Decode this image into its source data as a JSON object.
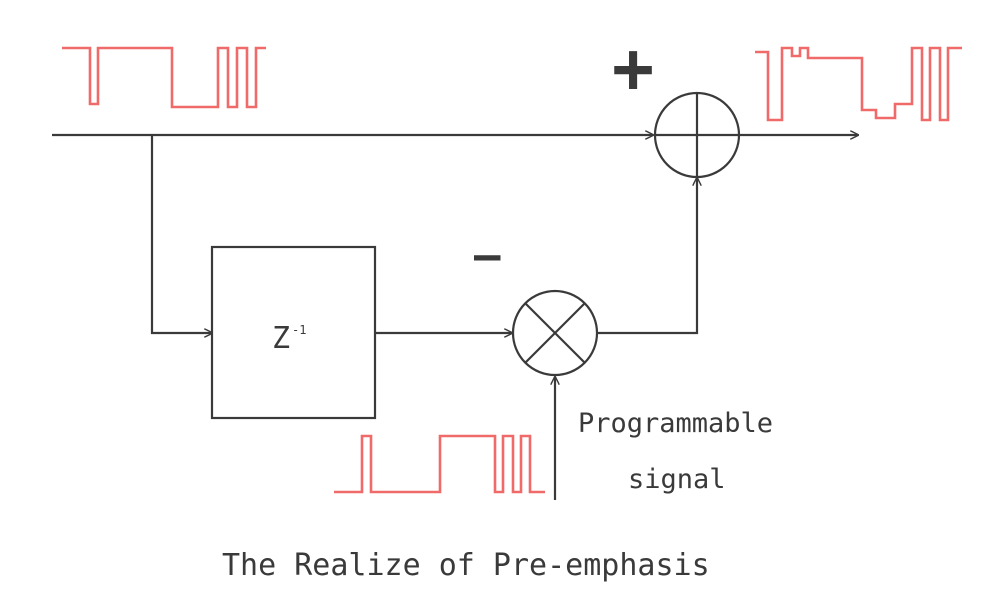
{
  "blocks": {
    "delay_label": "Z",
    "delay_exponent": "-1"
  },
  "signs": {
    "plus": "+",
    "minus": "—"
  },
  "labels": {
    "programmable_line1": "Programmable",
    "programmable_line2": "signal",
    "caption": "The Realize of Pre-emphasis"
  },
  "colors": {
    "wire": "#3a3a3a",
    "waveform": "#f06a6a"
  }
}
